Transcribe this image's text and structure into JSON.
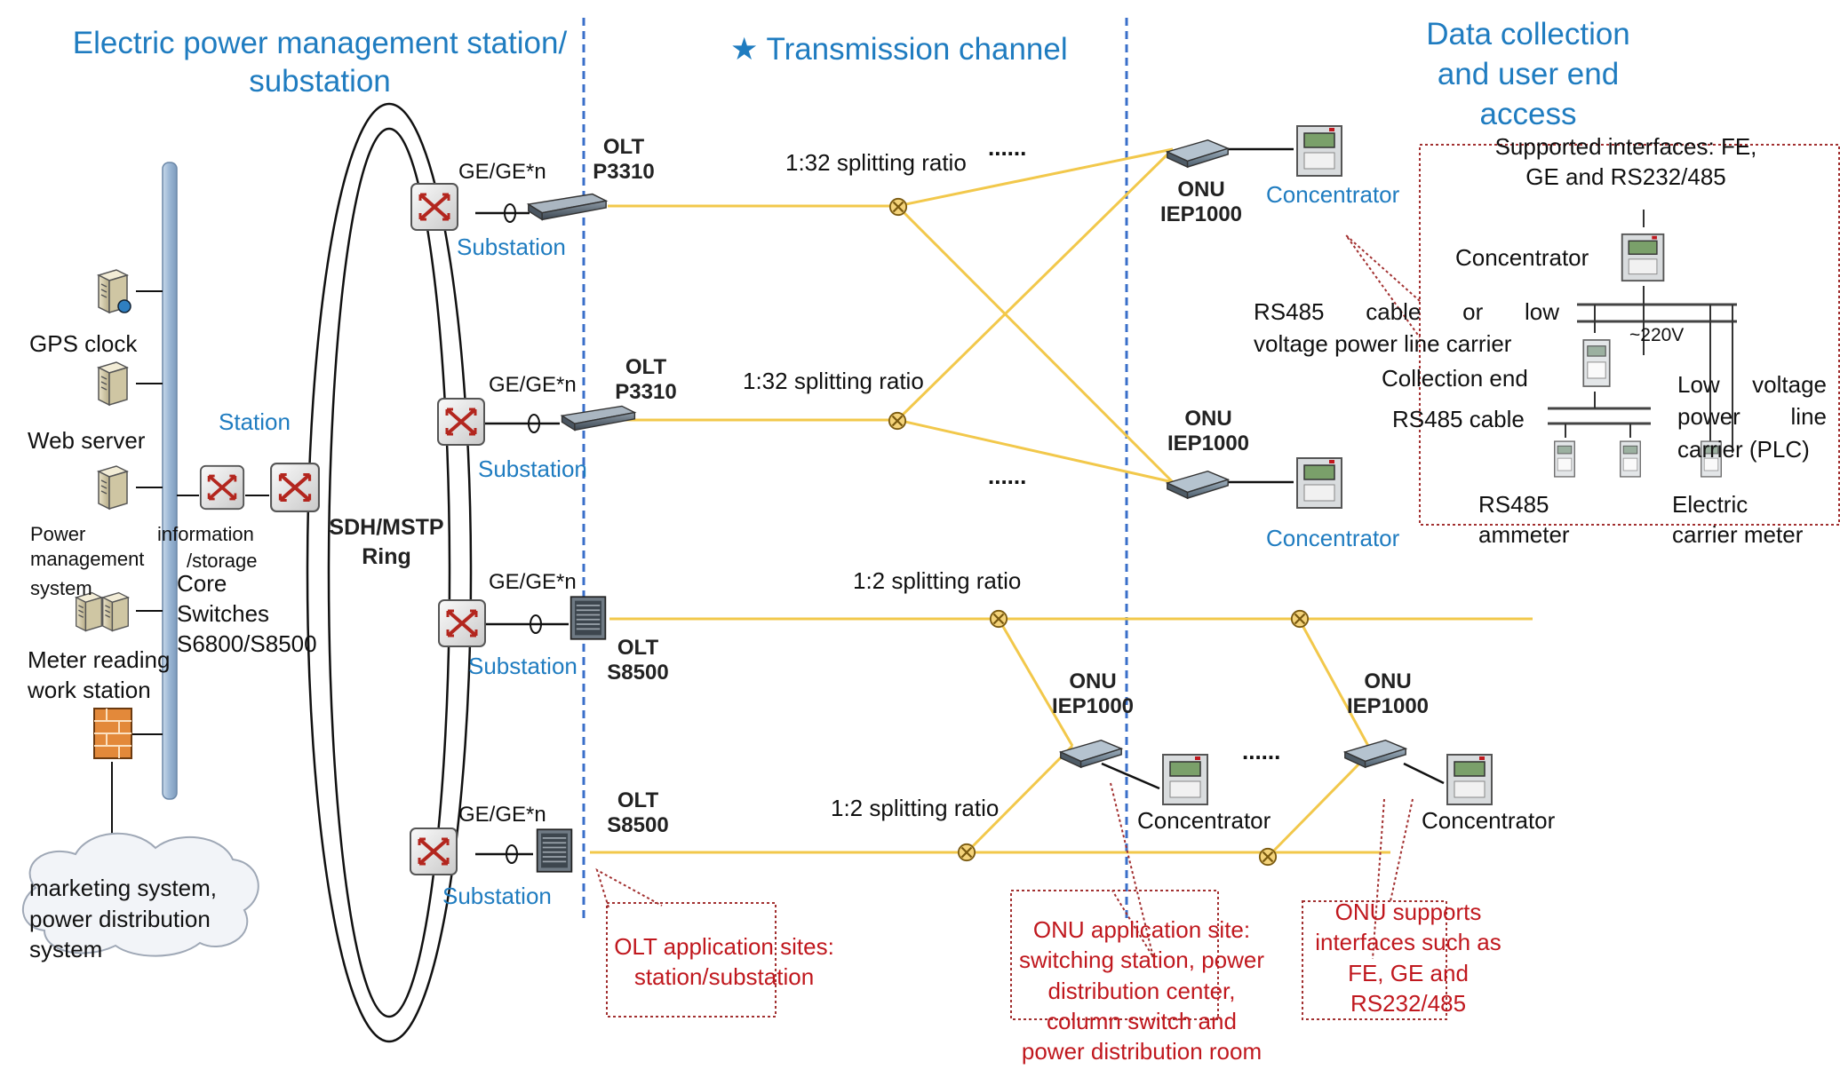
{
  "headers": {
    "left_line1": "Electric power management station/",
    "left_line2": "substation",
    "middle_star": "★",
    "middle": "Transmission channel",
    "right_line1": "Data collection",
    "right_line2": "and user end",
    "right_line3": "access"
  },
  "servers": {
    "gps": "GPS clock",
    "web": "Web server",
    "pms_1": "Power",
    "pms_1b": "information",
    "pms_2": "management",
    "pms_2b": "/storage",
    "pms_3": "system",
    "core_1": "Core",
    "core_2": "Switches",
    "core_3": "S6800/S8500",
    "meter_1": "Meter reading",
    "meter_2": "work station",
    "station": "Station",
    "cloud_1": "marketing system,",
    "cloud_2": "power  distribution",
    "cloud_3": "system"
  },
  "ring": {
    "line1": "SDH/MSTP",
    "line2": "Ring"
  },
  "rows": [
    {
      "ge": "GE/GE*n",
      "olt": "OLT",
      "model": "P3310",
      "sub": "Substation",
      "split": "1:32 splitting ratio"
    },
    {
      "ge": "GE/GE*n",
      "olt": "OLT",
      "model": "P3310",
      "sub": "Substation",
      "split": "1:32 splitting ratio"
    },
    {
      "ge": "GE/GE*n",
      "olt": "OLT",
      "model": "S8500",
      "sub": "Substation",
      "split": "1:2 splitting ratio"
    },
    {
      "ge": "GE/GE*n",
      "olt": "OLT",
      "model": "S8500",
      "sub": "Substation",
      "split": "1:2 splitting ratio"
    }
  ],
  "dots": {
    "d1": "......",
    "d2": "......",
    "d3": "......"
  },
  "onus": [
    {
      "name": "ONU",
      "model": "IEP1000",
      "conc": "Concentrator"
    },
    {
      "name": "ONU",
      "model": "IEP1000",
      "conc": "Concentrator"
    },
    {
      "name": "ONU",
      "model": "IEP1000",
      "conc": "Concentrator"
    },
    {
      "name": "ONU",
      "model": "IEP1000",
      "conc": "Concentrator"
    }
  ],
  "detail": {
    "iface_1": "Supported interfaces: FE,",
    "iface_2": "GE and RS232/485",
    "conc": "Concentrator",
    "rs485_plc_1": "RS485 cable or low",
    "rs485_plc_2": "voltage power line carrier",
    "collection": "Collection end",
    "voltage": "~220V",
    "lv_1": "Low voltage",
    "lv_2": "power line",
    "lv_3": "carrier  (PLC)",
    "rs485_cable": "RS485 cable",
    "amm_1": "RS485",
    "amm_2": "ammeter",
    "ecm_1": "Electric",
    "ecm_2": "carrier meter"
  },
  "notes": {
    "olt_1": "OLT application sites:",
    "olt_2": "station/substation",
    "onu_site_1": "ONU application site:",
    "onu_site_2": "switching station, power",
    "onu_site_3": "distribution center,",
    "onu_site_4": "column switch and",
    "onu_site_5": "power distribution room",
    "onu_if_1": "ONU supports",
    "onu_if_2": "interfaces such as",
    "onu_if_3": "FE, GE and",
    "onu_if_4": "RS232/485"
  },
  "colors": {
    "fiber": "#f2c84b",
    "header_blue": "#1f7cc0",
    "note_red": "#c0181e",
    "divider": "#3a6fc9",
    "bus": "#a9c2dc"
  }
}
